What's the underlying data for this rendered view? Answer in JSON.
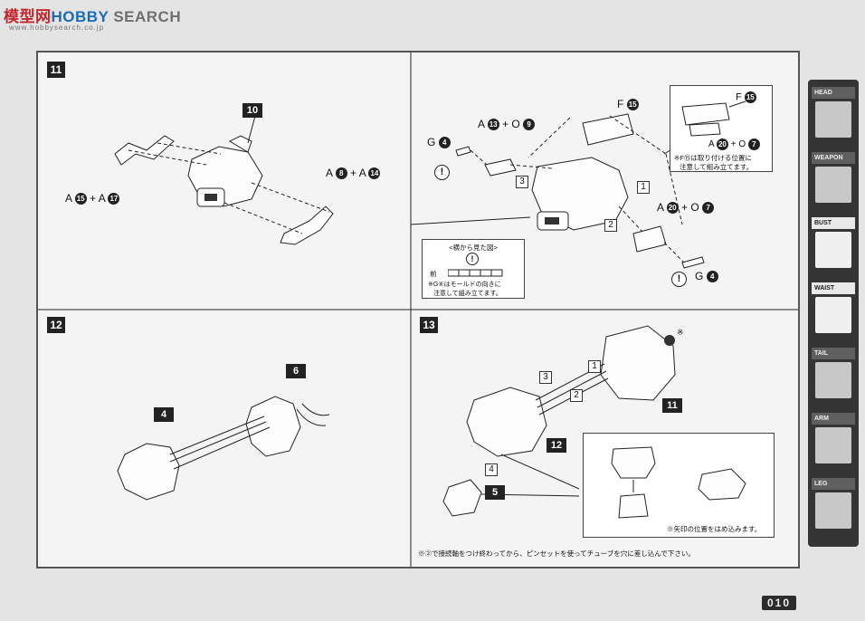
{
  "watermark": {
    "text_a": "模型网",
    "text_b": "HOBBY",
    "text_c": "SEARCH",
    "sub": "www.hobbysearch.co.jp"
  },
  "page_number": "010",
  "footnote": "※②で接続軸をつけ終わってから、ピンセットを使ってチューブを穴に差し込んで下さい。",
  "sidebar": {
    "tabs": [
      {
        "label": "HEAD",
        "active": false
      },
      {
        "label": "WEAPON",
        "active": false
      },
      {
        "label": "BUST",
        "active": true
      },
      {
        "label": "WAIST",
        "active": true
      },
      {
        "label": "TAIL",
        "active": false
      },
      {
        "label": "ARM",
        "active": false
      },
      {
        "label": "LEG",
        "active": false
      }
    ]
  },
  "step11": {
    "number": "11",
    "callout_10": "10",
    "label_left": {
      "part": "A",
      "n1": "15",
      "op": "+",
      "part2": "A",
      "n2": "17"
    },
    "label_right": {
      "part": "A",
      "n1": "8",
      "op": "+",
      "part2": "A",
      "n2": "14"
    }
  },
  "step11b": {
    "label_f15": {
      "part": "F",
      "n": "15"
    },
    "label_a13": {
      "part": "A",
      "n1": "13",
      "op": "+",
      "part2": "O",
      "n2": "9"
    },
    "label_g4_top": {
      "part": "G",
      "n": "4"
    },
    "label_a20": {
      "part": "A",
      "n1": "20",
      "op": "+",
      "part2": "O",
      "n2": "7"
    },
    "label_g4_bottom": {
      "part": "G",
      "n": "4"
    },
    "nums": [
      "1",
      "2",
      "3"
    ],
    "inset_top": {
      "label_f": {
        "part": "F",
        "n": "15"
      },
      "label_a": {
        "part": "A",
        "n1": "20",
        "op": "+",
        "part2": "O",
        "n2": "7"
      },
      "note_line1": "※F⑮は取り付ける位置に",
      "note_line2": "注意して組み立てます。"
    },
    "inset_side": {
      "title": "<横から見た図>",
      "front": "前",
      "note_line1": "※G④はモールドの向きに",
      "note_line2": "注意して組み立てます。"
    }
  },
  "step12": {
    "number": "12",
    "callout_4": "4",
    "callout_6": "6"
  },
  "step13": {
    "number": "13",
    "callout_11": "11",
    "callout_12": "12",
    "callout_5": "5",
    "nums": [
      "1",
      "2",
      "3",
      "4"
    ],
    "asterisk": "※",
    "inset_note": "※矢印の位置をはめ込みます。"
  },
  "excl_mark": "!"
}
